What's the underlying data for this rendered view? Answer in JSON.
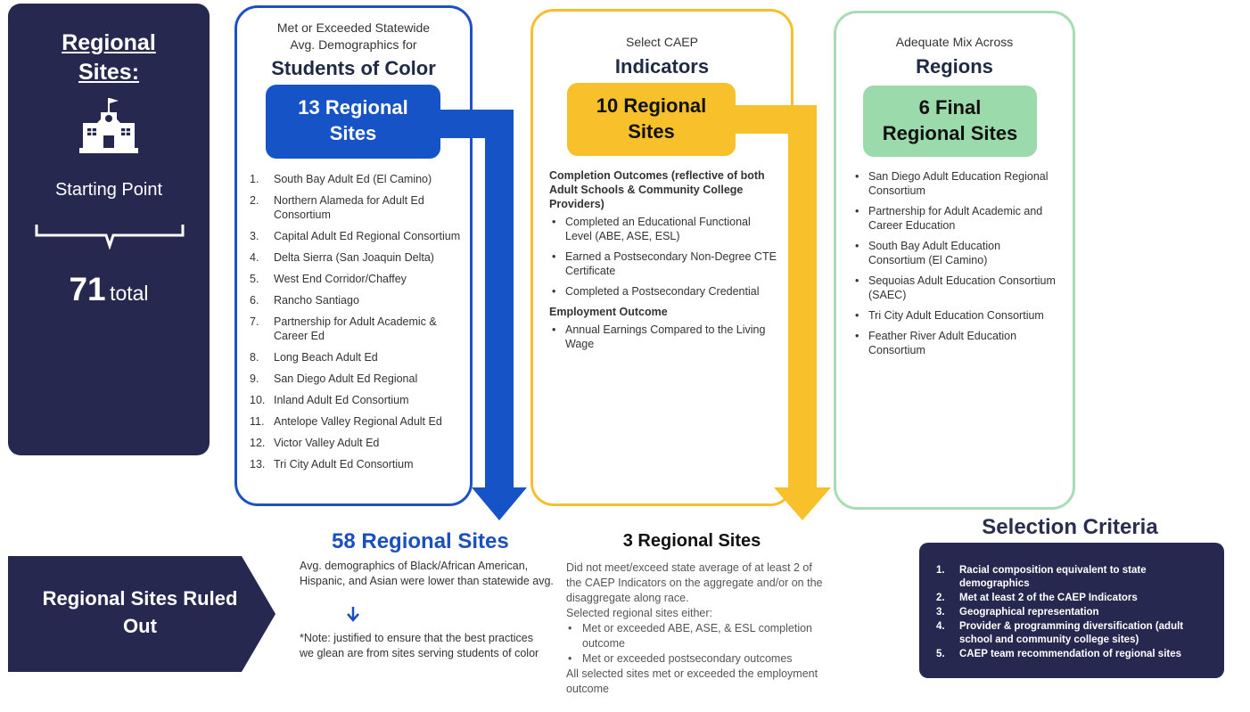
{
  "left": {
    "title_line1": "Regional",
    "title_line2": "Sites:",
    "starting_label": "Starting Point",
    "total_number": "71",
    "total_label": "total",
    "icon": "school-building-icon"
  },
  "blue": {
    "sub_line1": "Met or Exceeded Statewide",
    "sub_line2": "Avg. Demographics for",
    "heading": "Students of Color",
    "count_line1": "13 Regional",
    "count_line2": "Sites",
    "items": [
      "South Bay Adult Ed (El Camino)",
      "Northern Alameda for Adult Ed Consortium",
      "Capital Adult Ed Regional Consortium",
      "Delta Sierra (San Joaquin Delta)",
      "West End Corridor/Chaffey",
      "Rancho Santiago",
      "Partnership for Adult Academic & Career Ed",
      "Long Beach Adult Ed",
      "San Diego Adult Ed Regional",
      "Inland Adult Ed Consortium",
      "Antelope Valley Regional Adult Ed",
      "Victor Valley Adult Ed",
      "Tri City Adult Ed Consortium"
    ],
    "nums": [
      "1.",
      "2.",
      "3.",
      "4.",
      "5.",
      "6.",
      "7.",
      "8.",
      "9.",
      "10.",
      "11.",
      "12.",
      "13."
    ]
  },
  "yellow": {
    "sub": "Select CAEP",
    "heading": "Indicators",
    "count_line1": "10 Regional",
    "count_line2": "Sites",
    "completion_head": "Completion Outcomes (reflective of both Adult Schools & Community College Providers)",
    "completion_items": [
      "Completed an Educational Functional Level (ABE, ASE, ESL)",
      "Earned a Postsecondary Non-Degree CTE Certificate",
      "Completed a Postsecondary Credential"
    ],
    "employment_head": "Employment Outcome",
    "employment_items": [
      "Annual Earnings Compared to the Living Wage"
    ]
  },
  "green": {
    "sub": "Adequate Mix Across",
    "heading": "Regions",
    "count_line1": "6 Final",
    "count_line2": "Regional Sites",
    "items": [
      "San Diego Adult Education Regional Consortium",
      "Partnership for Adult Academic and Career Education",
      "South Bay Adult Education Consortium (El Camino)",
      "Sequoias Adult Education Consortium (SAEC)",
      "Tri City Adult Education Consortium",
      "Feather River Adult Education Consortium"
    ]
  },
  "bottom": {
    "ruled_out_line1": "Regional Sites Ruled",
    "ruled_out_line2": "Out",
    "r58_title": "58 Regional Sites",
    "r58_desc": "Avg. demographics of Black/African American, Hispanic, and Asian were lower than statewide avg.",
    "r58_note": "*Note: justified to ensure that the best practices we glean are from sites serving students of color",
    "r3_title": "3 Regional Sites",
    "r3_desc": "Did not meet/exceed state average of at least 2 of the CAEP Indicators on the aggregate and/or on the disaggregate along race.",
    "r3_selected": "Selected regional sites either:",
    "r3_bullets": [
      "Met or exceeded ABE, ASE, & ESL completion outcome",
      "Met or exceeded postsecondary outcomes"
    ],
    "r3_tail": "All selected sites met or exceeded the employment outcome"
  },
  "criteria": {
    "title": "Selection Criteria",
    "nums": [
      "1.",
      "2.",
      "3.",
      "4.",
      "5."
    ],
    "items": [
      "Racial composition equivalent to state demographics",
      "Met at least 2 of the CAEP Indicators",
      "Geographical representation",
      "Provider & programming diversification (adult school and community college sites)",
      "CAEP team recommendation of regional sites"
    ]
  },
  "colors": {
    "navy": "#26284f",
    "blue": "#1553c7",
    "yellow": "#f8c12b",
    "green": "#9bdbab"
  }
}
